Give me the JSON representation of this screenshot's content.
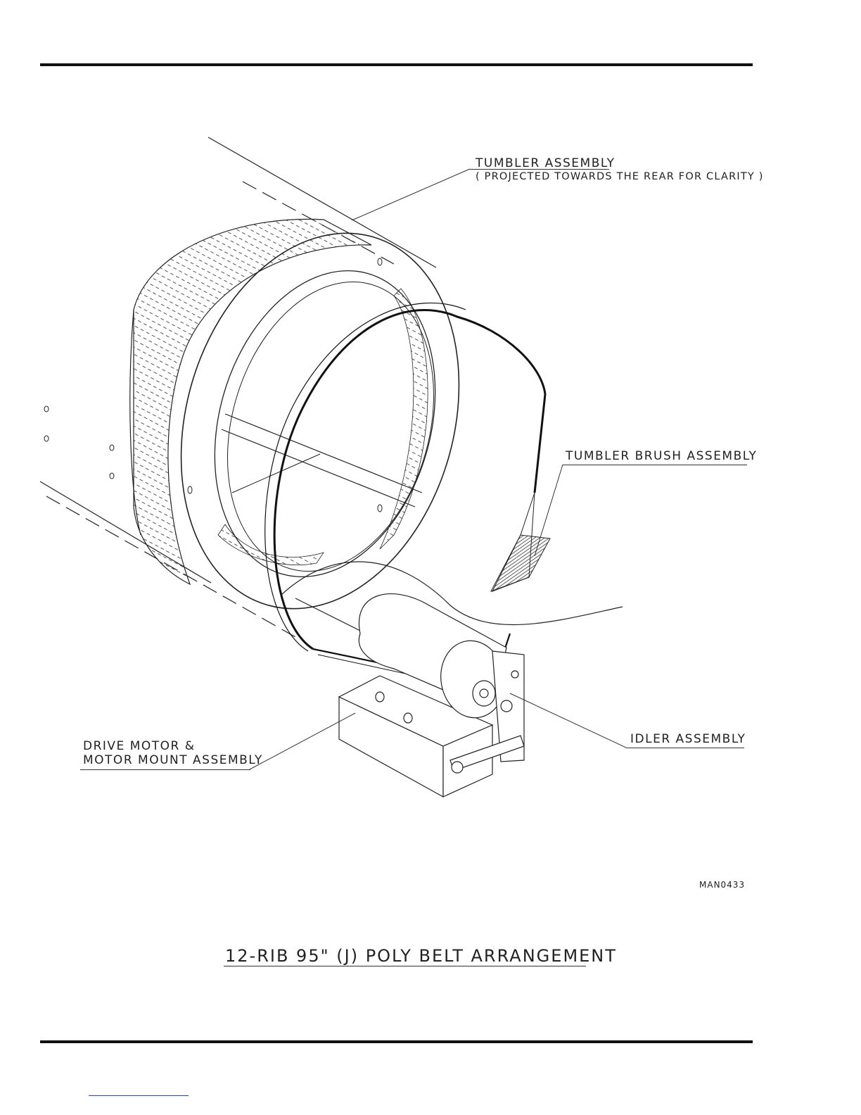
{
  "labels": {
    "tumbler_assembly": "TUMBLER ASSEMBLY",
    "tumbler_assembly_note": "( PROJECTED TOWARDS THE REAR FOR CLARITY )",
    "tumbler_brush_assembly": "TUMBLER BRUSH ASSEMBLY",
    "idler_assembly": "IDLER ASSEMBLY",
    "drive_motor_line1": "DRIVE MOTOR &",
    "drive_motor_line2": "MOTOR MOUNT ASSEMBLY"
  },
  "drawing_code": "MAN0433",
  "caption": "12-RIB 95\" (J) POLY BELT ARRANGEMENT"
}
